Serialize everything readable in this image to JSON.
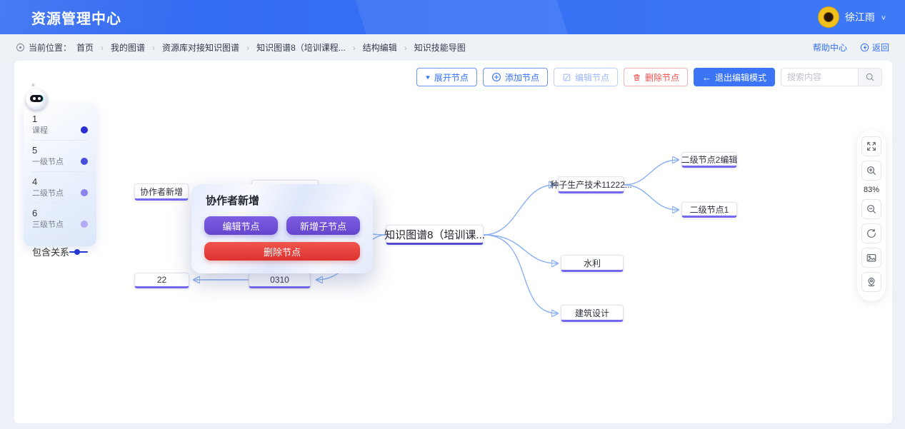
{
  "header": {
    "title": "资源管理中心",
    "user_name": "徐江雨",
    "caret": "∨"
  },
  "breadcrumb": {
    "location_label": "当前位置：",
    "items": [
      "首页",
      "我的图谱",
      "资源库对接知识图谱",
      "知识图谱8（培训课程...",
      "结构编辑",
      "知识技能导图"
    ],
    "separator": "›",
    "help_label": "帮助中心",
    "back_label": "返回"
  },
  "toolbar": {
    "expand_label": "展开节点",
    "add_label": "添加节点",
    "edit_label": "编辑节点",
    "delete_label": "删除节点",
    "exit_label": "退出编辑模式",
    "search_placeholder": "搜索内容"
  },
  "legend": {
    "items": [
      {
        "count": "1",
        "label": "课程",
        "color": "#2b2fd4"
      },
      {
        "count": "5",
        "label": "一级节点",
        "color": "#4a4edf"
      },
      {
        "count": "4",
        "label": "二级节点",
        "color": "#8b82ec"
      },
      {
        "count": "6",
        "label": "三级节点",
        "color": "#b3abf4"
      }
    ],
    "relation_label": "包含关系",
    "relation_color": "#2438d2"
  },
  "mindmap": {
    "root_label": "知识图谱8（培训课...",
    "nodes": {
      "collaborator": "协作者新增",
      "n22": "22",
      "n0310": "0310",
      "seed": "种子生产技术11222...",
      "level2_edit": "二级节点2编辑",
      "level2_1": "二级节点1",
      "water": "水利",
      "architecture": "建筑设计"
    },
    "edge_color": "#8ab0f2",
    "node_underline_color": "#7668ee"
  },
  "popup": {
    "title": "协作者新增",
    "edit_label": "编辑节点",
    "add_child_label": "新增子节点",
    "delete_label": "删除节点"
  },
  "zoom_controls": {
    "zoom_percent": "83%"
  },
  "colors": {
    "header_blue": "#3b74f5",
    "accent_blue": "#3370ff",
    "danger_red": "#f34d4d",
    "purple_button": "#6f50d6"
  }
}
